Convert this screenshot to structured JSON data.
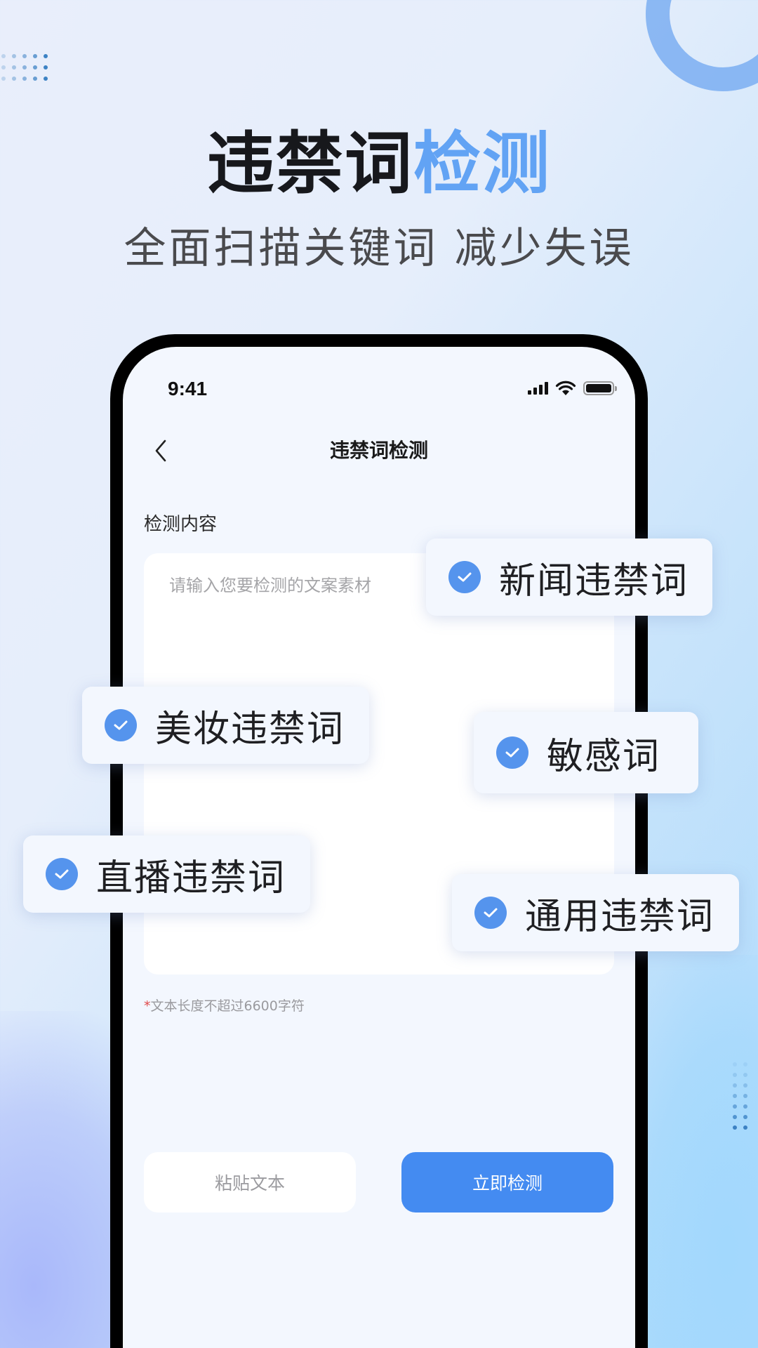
{
  "hero": {
    "title_main": "违禁词",
    "title_accent": "检测",
    "subtitle": "全面扫描关键词 减少失误"
  },
  "status_bar": {
    "time": "9:41",
    "icons": [
      "signal-icon",
      "wifi-icon",
      "battery-icon"
    ]
  },
  "nav": {
    "back_icon": "chevron-left-icon",
    "title": "违禁词检测"
  },
  "form": {
    "section_label": "检测内容",
    "input_value": "",
    "input_placeholder": "请输入您要检测的文案素材",
    "hint_required_mark": "*",
    "hint_text": "文本长度不超过6600字符"
  },
  "buttons": {
    "paste_label": "粘贴文本",
    "detect_label": "立即检测"
  },
  "categories": [
    {
      "label": "新闻违禁词",
      "checked": true
    },
    {
      "label": "美妆违禁词",
      "checked": true
    },
    {
      "label": "敏感词",
      "checked": true
    },
    {
      "label": "直播违禁词",
      "checked": true
    },
    {
      "label": "通用违禁词",
      "checked": true
    }
  ],
  "colors": {
    "accent": "#62a3f4",
    "primary_button": "#448bf1",
    "check": "#5594ed",
    "required_mark": "#e14b4b"
  }
}
